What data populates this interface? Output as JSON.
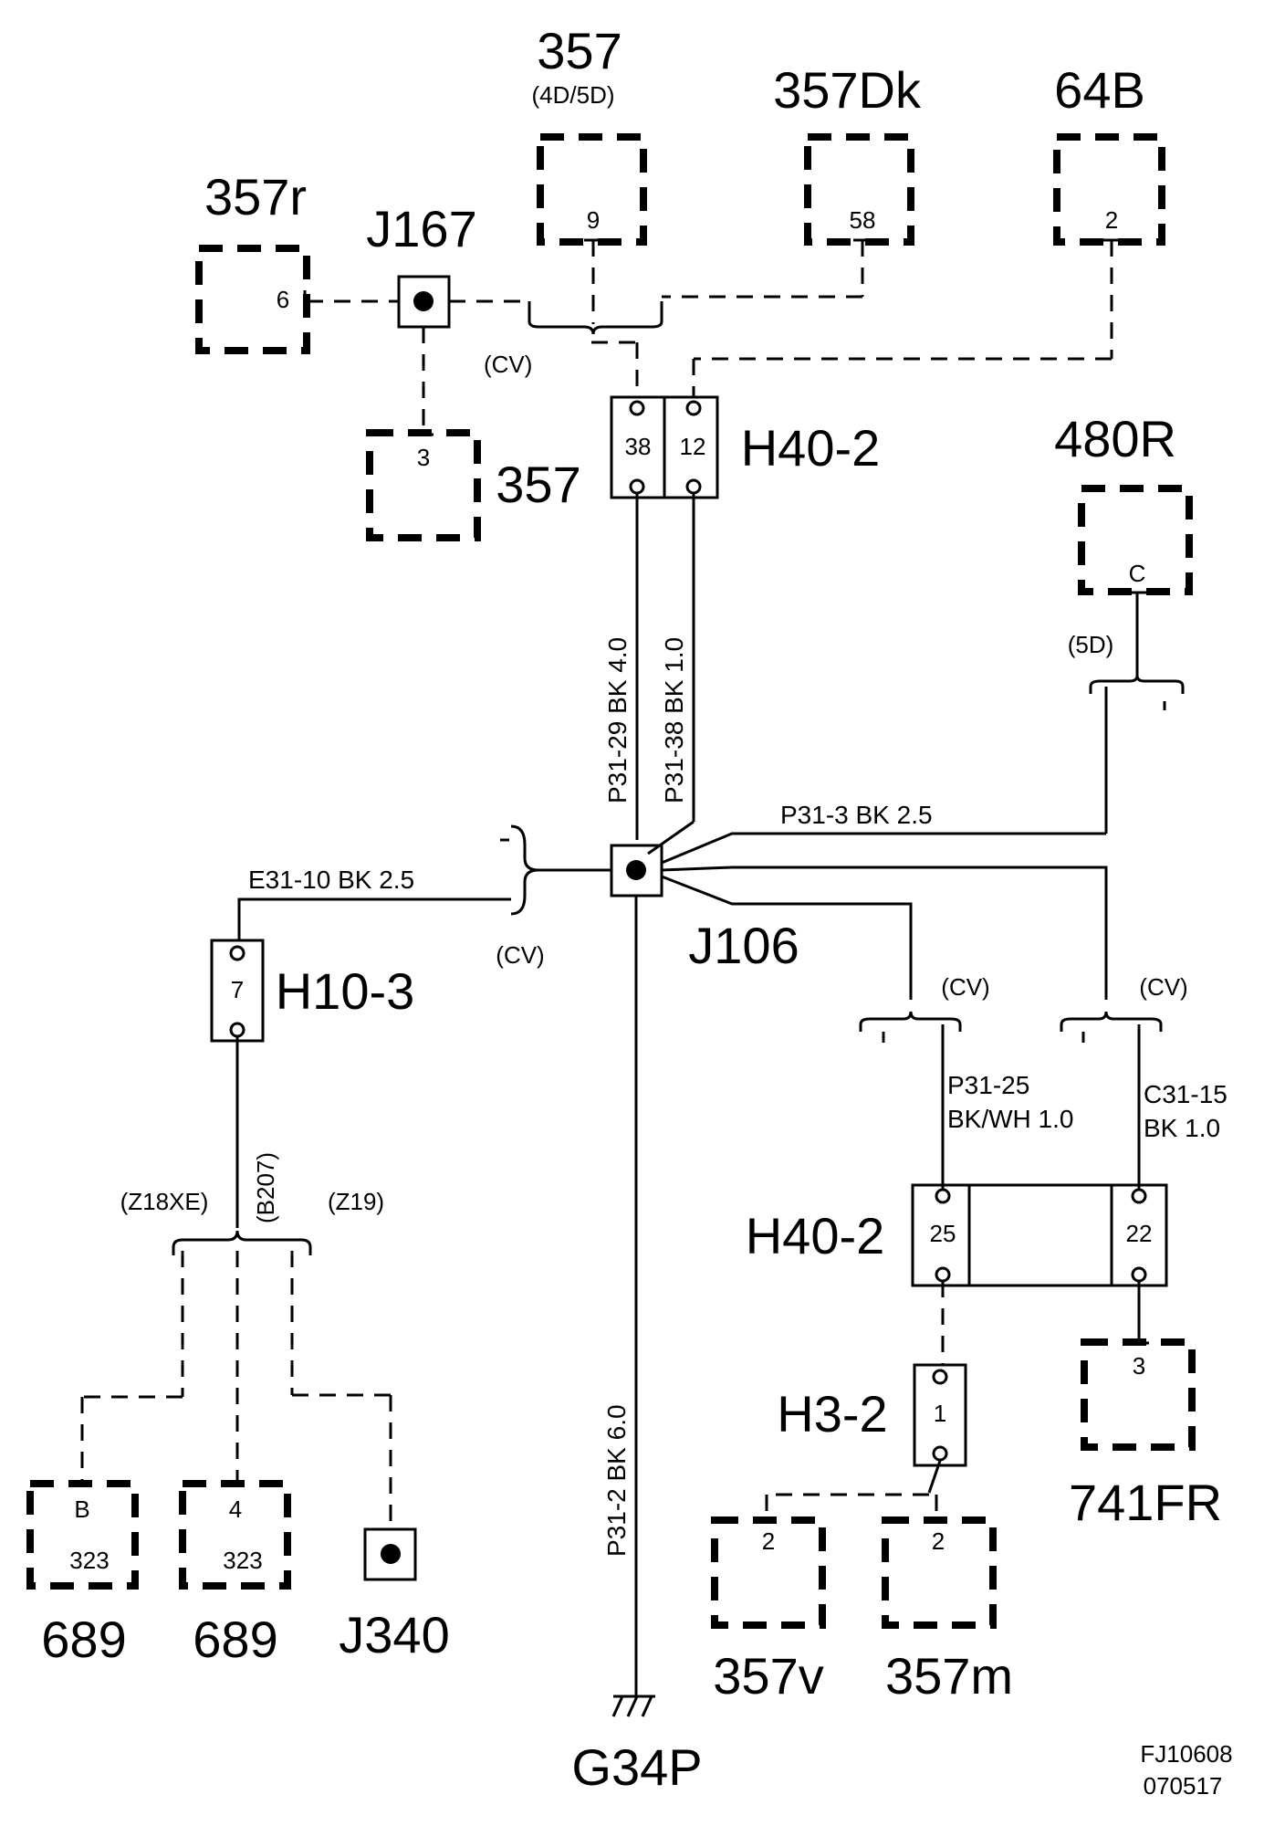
{
  "diagram": {
    "components": {
      "c357_top": {
        "name": "357",
        "variant": "(4D/5D)",
        "pin": "9"
      },
      "c357Dk": {
        "name": "357Dk",
        "pin": "58"
      },
      "c64B": {
        "name": "64B",
        "pin": "2"
      },
      "c357r": {
        "name": "357r",
        "pin": "6"
      },
      "c357_mid": {
        "name": "357",
        "pin": "3"
      },
      "c480R": {
        "name": "480R",
        "pin": "C",
        "variant": "(5D)"
      },
      "c741FR": {
        "name": "741FR",
        "pin": "3"
      },
      "c357v": {
        "name": "357v",
        "pin": "2"
      },
      "c357m": {
        "name": "357m",
        "pin": "2"
      },
      "c689a": {
        "name": "689",
        "pin": "B",
        "sub": "323"
      },
      "c689b": {
        "name": "689",
        "pin": "4",
        "sub": "323"
      }
    },
    "splices": {
      "J167": "J167",
      "J106": "J106",
      "J340": "J340"
    },
    "connectors": {
      "H40_2_top": {
        "name": "H40-2",
        "pins": [
          "38",
          "12"
        ]
      },
      "H40_2_bottom": {
        "name": "H40-2",
        "pins": [
          "25",
          "22"
        ]
      },
      "H10_3": {
        "name": "H10-3",
        "pin": "7"
      },
      "H3_2": {
        "name": "H3-2",
        "pin": "1"
      }
    },
    "ground": "G34P",
    "wires": {
      "w_p31_29": "P31-29  BK  4.0",
      "w_p31_38": "P31-38  BK  1.0",
      "w_p31_3": "P31-3      BK  2.5",
      "w_e31_10": "E31-10  BK  2.5",
      "w_p31_2": "P31-2  BK  6.0",
      "w_p31_25_a": "P31-25",
      "w_p31_25_b": "BK/WH 1.0",
      "w_c31_15_a": "C31-15",
      "w_c31_15_b": "BK  1.0"
    },
    "options": {
      "cv": "(CV)",
      "b207": "(B207)",
      "z18xe": "(Z18XE)",
      "z19": "(Z19)"
    },
    "figure_id": [
      "FJ10608",
      "070517"
    ]
  }
}
